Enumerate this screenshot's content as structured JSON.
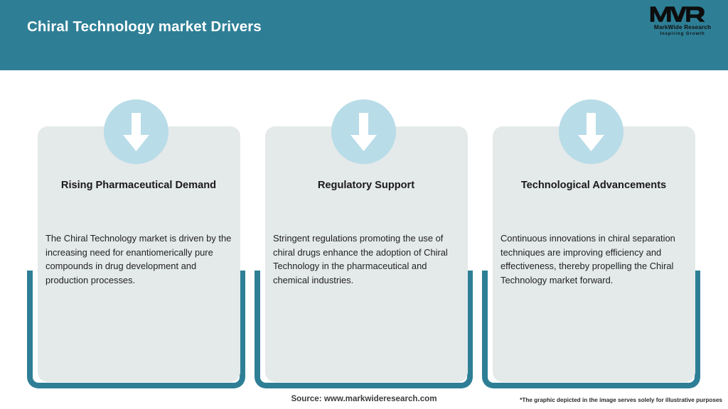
{
  "header": {
    "title": "Chiral Technology market Drivers",
    "background_color": "#2e7f96",
    "logo": {
      "mark": "MWR",
      "name": "MarkWide Research",
      "tagline": "Inspiring Growth"
    }
  },
  "theme": {
    "teal": "#2e7f96",
    "light_blue": "#b8dce8",
    "card_background": "#e4e9ea",
    "page_background": "#ffffff"
  },
  "cards": [
    {
      "icon": "down-arrow-icon",
      "title": "Rising Pharmaceutical Demand",
      "body": "The Chiral Technology market is driven by the increasing need for enantiomerically pure compounds in drug development and production processes."
    },
    {
      "icon": "down-arrow-icon",
      "title": "Regulatory Support",
      "body": "Stringent regulations promoting the use of chiral drugs enhance the adoption of Chiral Technology in the pharmaceutical and chemical industries."
    },
    {
      "icon": "down-arrow-icon",
      "title": "Technological Advancements",
      "body": "Continuous innovations in chiral separation techniques are improving efficiency and effectiveness, thereby propelling the Chiral Technology market forward."
    }
  ],
  "footer": {
    "source": "Source: www.markwideresearch.com",
    "disclaimer": "*The graphic depicted in the image serves solely for illustrative purposes"
  }
}
